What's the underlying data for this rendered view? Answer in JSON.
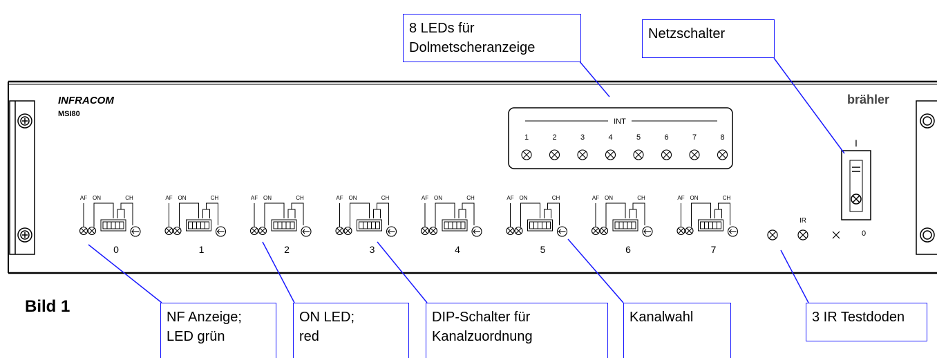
{
  "figure_label": "Bild 1",
  "device": {
    "brand": "INFRACOM",
    "model": "MSI80",
    "maker": "brähler",
    "int_label": "INT",
    "led_numbers": [
      "1",
      "2",
      "3",
      "4",
      "5",
      "6",
      "7",
      "8"
    ],
    "ir_label": "IR",
    "switch_on": "I",
    "switch_off": "0",
    "channel_labels": {
      "af": "AF",
      "on": "ON",
      "ch": "CH"
    },
    "channels": [
      "0",
      "1",
      "2",
      "3",
      "4",
      "5",
      "6",
      "7"
    ]
  },
  "callouts": {
    "leds": "8 LEDs für\nDolmetscheranzeige",
    "power": "Netzschalter",
    "nf": "NF Anzeige;\nLED grün",
    "on_led": "ON LED;\nred",
    "dip": "DIP-Schalter für\nKanalzuordnung",
    "kanal": "Kanalwahl",
    "ir": "3 IR Testdoden"
  },
  "colors": {
    "callout_line": "#1a1aff",
    "drawing": "#000000"
  }
}
